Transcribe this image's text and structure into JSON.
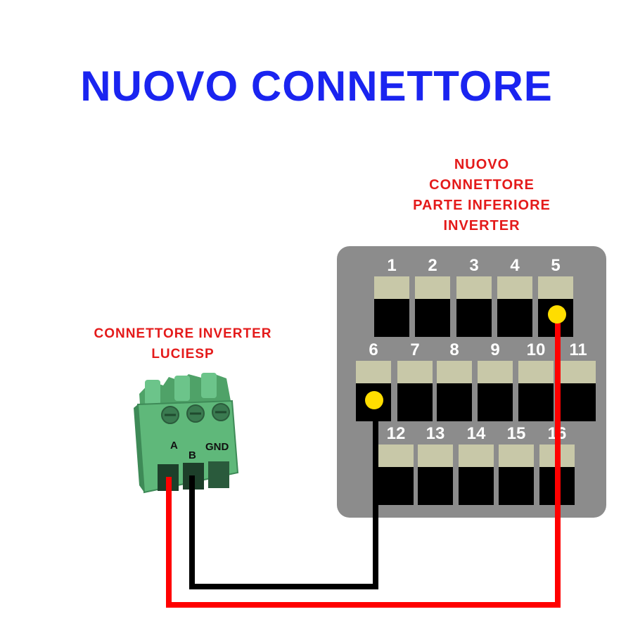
{
  "title": "NUOVO CONNETTORE",
  "inverter_connector_label": [
    "NUOVO",
    "CONNETTORE",
    "PARTE INFERIORE",
    "INVERTER"
  ],
  "luciesp_connector_label": [
    "CONNETTORE INVERTER",
    "LUCIESP"
  ],
  "terminal_labels": {
    "a": "A",
    "b": "B",
    "gnd": "GND"
  },
  "pins": [
    "1",
    "2",
    "3",
    "4",
    "5",
    "6",
    "7",
    "8",
    "9",
    "10",
    "11",
    "12",
    "13",
    "14",
    "15",
    "16"
  ],
  "connections": [
    {
      "from": "A",
      "to_pin": "5",
      "wire_color": "#ff0000"
    },
    {
      "from": "B",
      "to_pin": "6",
      "wire_color": "#000000"
    }
  ],
  "colors": {
    "title": "#1a24f0",
    "labels": "#e41a1a",
    "panel": "#8c8c8c",
    "pin_cap": "#c8c8a8",
    "pin_body": "#000000",
    "marker": "#ffdd00",
    "terminal_block": "#5fb87a"
  }
}
